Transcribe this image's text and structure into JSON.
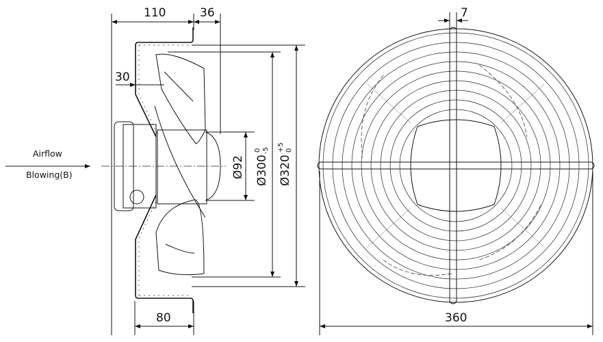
{
  "airflow": {
    "label": "Airflow",
    "mode": "Blowing(B)"
  },
  "side_view": {
    "dims": {
      "overall_depth": "110",
      "flange_offset": "36",
      "inlet_depth": "30",
      "bottom_depth": "80"
    },
    "diameters": {
      "hub": "Ø92",
      "impeller": "Ø300",
      "impeller_tol_upper": "0",
      "impeller_tol_lower": "-5",
      "ring": "Ø320",
      "ring_tol_upper": "+5",
      "ring_tol_lower": "0"
    }
  },
  "front_view": {
    "dims": {
      "overall_width": "360",
      "bar_width": "7"
    }
  }
}
